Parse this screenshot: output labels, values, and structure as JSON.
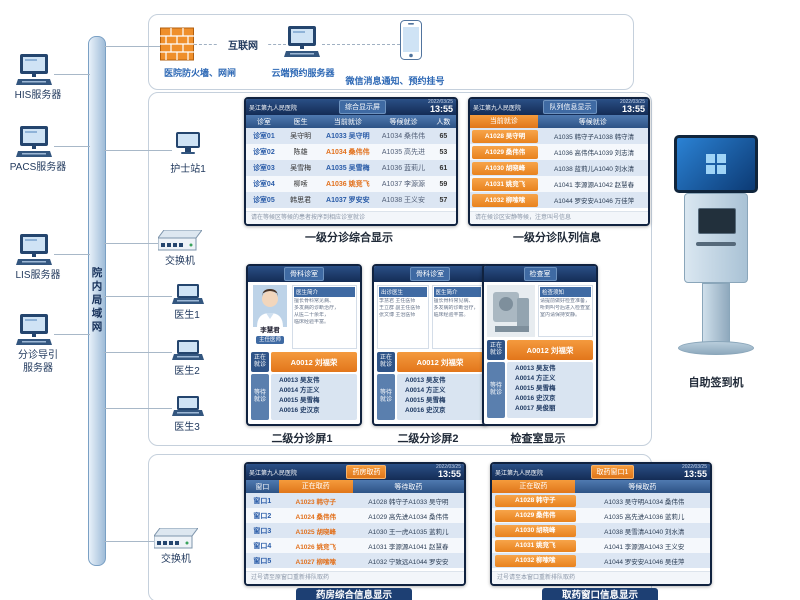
{
  "common": {
    "hospital": "吴江第九人民医院",
    "date": "2022/03/25",
    "time": "13:55"
  },
  "infra": {
    "lan": "院内局域网",
    "servers": [
      "HIS服务器",
      "PACS服务器",
      "LIS服务器",
      "分诊导引服务器"
    ],
    "firewall": "医院防火墙、网闸",
    "internet": "互联网",
    "cloud": "云端预约服务器",
    "wechat": "微信消息通知、预约挂号",
    "nurse": "护士站1",
    "switch_top": "交换机",
    "doctors": [
      "医生1",
      "医生2",
      "医生3"
    ],
    "switch_bottom": "交换机"
  },
  "captions": {
    "s1": "一级分诊综合显示",
    "s2": "一级分诊队列信息",
    "s3": "二级分诊屏1",
    "s4": "二级分诊屏2",
    "s5": "检查室显示",
    "kiosk": "自助签到机",
    "s6": "药房综合信息显示",
    "s7": "取药窗口信息显示"
  },
  "s1": {
    "title": "综合显示屏",
    "cols": [
      "诊室",
      "医生",
      "当前就诊",
      "等候就诊",
      "人数"
    ],
    "rows": [
      {
        "room": "诊室01",
        "doc": "吴守明",
        "cur": "A1033 吴守明",
        "wait": "A1034 桑伟伟",
        "n": "65"
      },
      {
        "room": "诊室02",
        "doc": "陈雄",
        "cur": "A1034 桑伟伟",
        "wait": "A1035 高先进",
        "n": "53",
        "hl": true
      },
      {
        "room": "诊室03",
        "doc": "吴雪梅",
        "cur": "A1035 吴雪梅",
        "wait": "A1036 蓝莉儿",
        "n": "61"
      },
      {
        "room": "诊室04",
        "doc": "柳嗦",
        "cur": "A1036 姚竞飞",
        "wait": "A1037 李源源",
        "n": "59",
        "hl": true
      },
      {
        "room": "诊室05",
        "doc": "韩思君",
        "cur": "A1037 罗安安",
        "wait": "A1038 王义安",
        "n": "57"
      }
    ],
    "ticker": "请在等候区等候的患者按序到相应诊室就诊"
  },
  "s2": {
    "title": "队列信息显示",
    "cols": [
      "当前就诊",
      "等候就诊"
    ],
    "rows": [
      {
        "cur": "A1028 吴守明",
        "w1": "A1035 韩守子",
        "w2": "A1038 韩守清"
      },
      {
        "cur": "A1029 桑伟伟",
        "w1": "A1036 高伟伟",
        "w2": "A1039 刘志清"
      },
      {
        "cur": "A1030 胡晓峰",
        "w1": "A1038 蓝莉儿",
        "w2": "A1040 刘水清"
      },
      {
        "cur": "A1031 姚竞飞",
        "w1": "A1041 李源源",
        "w2": "A1042 赵慧春"
      },
      {
        "cur": "A1032 柳嗦嗦",
        "w1": "A1044 罗安安",
        "w2": "A1046 万佳萍"
      }
    ],
    "ticker": "请在候诊区安静等候，注意叫号信息"
  },
  "s3": {
    "title": "骨科诊室",
    "doctor": "李慧君",
    "doctor_title": "主任医师",
    "intro_title": "医生简介",
    "intro": [
      "擅长骨科常见病、",
      "多发病的诊断治疗，",
      "从医二十余年，",
      "临床经验丰富。"
    ],
    "cur_label": "正在就诊",
    "cur": "A0012 刘福荣",
    "wait_label": "等待就诊",
    "wait": [
      "A0013 吴友伟",
      "A0014 方正义",
      "A0015 吴雪梅",
      "A0016 史汉京"
    ]
  },
  "s4": {
    "title": "骨科诊室",
    "panel1_title": "出诊医生",
    "panel1": [
      "李慧君 主任医师",
      "王立群 副主任医师",
      "张文博 主治医师"
    ],
    "panel2_title": "医生简介",
    "panel2": [
      "擅长骨科常见病、",
      "多发病的诊断治疗，",
      "临床经验丰富。"
    ],
    "cur_label": "正在就诊",
    "cur": "A0012 刘福荣",
    "wait_label": "等待就诊",
    "wait": [
      "A0013 吴友伟",
      "A0014 方正义",
      "A0015 吴雪梅",
      "A0016 史汉京"
    ]
  },
  "s5": {
    "title": "检查室",
    "notice_title": "检查须知",
    "notice": [
      "请提前做好检查准备，",
      "听到叫号后进入检查室，",
      "室内请保持安静。"
    ],
    "cur_label": "正在就诊",
    "cur": "A0012 刘福荣",
    "wait_label": "等待就诊",
    "wait": [
      "A0013 吴友伟",
      "A0014 方正义",
      "A0015 吴雪梅",
      "A0016 史汉京",
      "A0017 吴俊丽"
    ]
  },
  "s6": {
    "title": "药房取药",
    "cols": [
      "窗口",
      "正在取药",
      "等待取药"
    ],
    "rows": [
      {
        "win": "窗口1",
        "cur": "A1023 韩守子",
        "w1": "A1028 韩守子",
        "w2": "A1033 吴守明"
      },
      {
        "win": "窗口2",
        "cur": "A1024 桑伟伟",
        "w1": "A1029 高先进",
        "w2": "A1034 桑伟伟"
      },
      {
        "win": "窗口3",
        "cur": "A1025 胡晓峰",
        "w1": "A1030 王一虎",
        "w2": "A1035 蓝莉儿"
      },
      {
        "win": "窗口4",
        "cur": "A1026 姚竞飞",
        "w1": "A1031 李源源",
        "w2": "A1041 赵慧春"
      },
      {
        "win": "窗口5",
        "cur": "A1027 柳嗦嗦",
        "w1": "A1032 宁致远",
        "w2": "A1044 罗安安"
      }
    ],
    "ticker": "过号请至原窗口重新排队取药"
  },
  "s7": {
    "title": "取药窗口1",
    "cols": [
      "正在取药",
      "等候取药"
    ],
    "rows": [
      {
        "cur": "A1028 韩守子",
        "w1": "A1033 吴守明",
        "w2": "A1034 桑伟伟"
      },
      {
        "cur": "A1029 桑伟伟",
        "w1": "A1035 高先进",
        "w2": "A1036 蓝莉儿"
      },
      {
        "cur": "A1030 胡晓峰",
        "w1": "A1038 吴雪清",
        "w2": "A1040 刘水清"
      },
      {
        "cur": "A1031 姚竞飞",
        "w1": "A1041 李源源",
        "w2": "A1043 王义安"
      },
      {
        "cur": "A1032 柳嗦嗦",
        "w1": "A1044 罗安安",
        "w2": "A1046 吴佳萍"
      }
    ],
    "ticker": "过号请至本窗口重新排队取药"
  }
}
